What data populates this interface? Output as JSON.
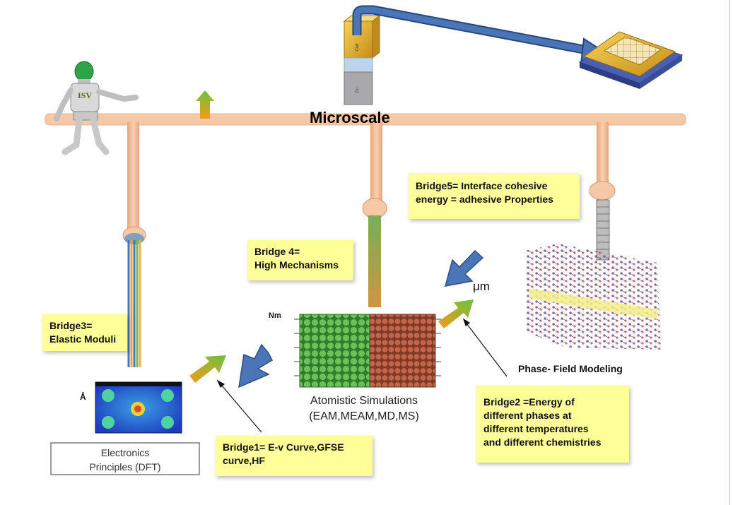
{
  "scale_labels": {
    "microscale": "Microscale",
    "micrometer": "μm",
    "nanometer": "Nm",
    "angstrom": "Å"
  },
  "robot_chest_text": "ISV",
  "levels": {
    "electronics": {
      "line1": "Electronics",
      "line2": "Principles (DFT)"
    },
    "atomistic": {
      "line1": "Atomistic Simulations",
      "line2": "(EAM,MEAM,MD,MS)"
    },
    "phase_field": "Phase- Field Modeling"
  },
  "bridges": [
    {
      "id": "bridge1",
      "lines": [
        "Bridge1= E-v Curve,GFSE",
        "curve,HF"
      ]
    },
    {
      "id": "bridge2",
      "lines": [
        "Bridge2 =Energy of",
        "different phases at",
        "different temperatures",
        "and different chemistries"
      ]
    },
    {
      "id": "bridge3",
      "lines": [
        "Bridge3=",
        "Elastic Moduli"
      ]
    },
    {
      "id": "bridge4",
      "lines": [
        "Bridge 4=",
        "High Mechanisms"
      ]
    },
    {
      "id": "bridge5",
      "lines": [
        "Bridge5= Interface cohesive",
        "energy = adhesive Properties"
      ]
    }
  ],
  "colors": {
    "beam": "#f5c9a8",
    "note_fill": "#ffff99",
    "blue_arrow": "#4a76b7",
    "crystal_green": "#57a947",
    "crystal_red": "#b5593f",
    "dft_blue": "#2c4fd3"
  }
}
